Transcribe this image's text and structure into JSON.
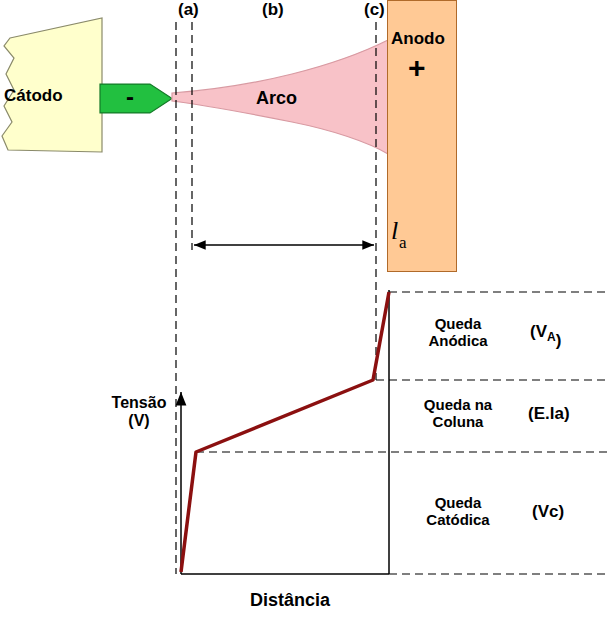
{
  "diagram": {
    "nodes": [
      {
        "text": [
          "Cátodo"
        ]
      },
      {
        "text": [
          "-"
        ]
      },
      {
        "text": [
          "Arco"
        ]
      },
      {
        "text": [
          "Anodo",
          "+"
        ]
      }
    ],
    "labels": [
      "(a)",
      "(b)",
      "(c)",
      "l",
      "a",
      "Tensão (V)",
      "Distância",
      "Queda Anódica",
      "(V",
      "A",
      ")",
      "Queda na Coluna",
      "(E.la)",
      "Queda Catódica",
      "(Vc)"
    ]
  }
}
